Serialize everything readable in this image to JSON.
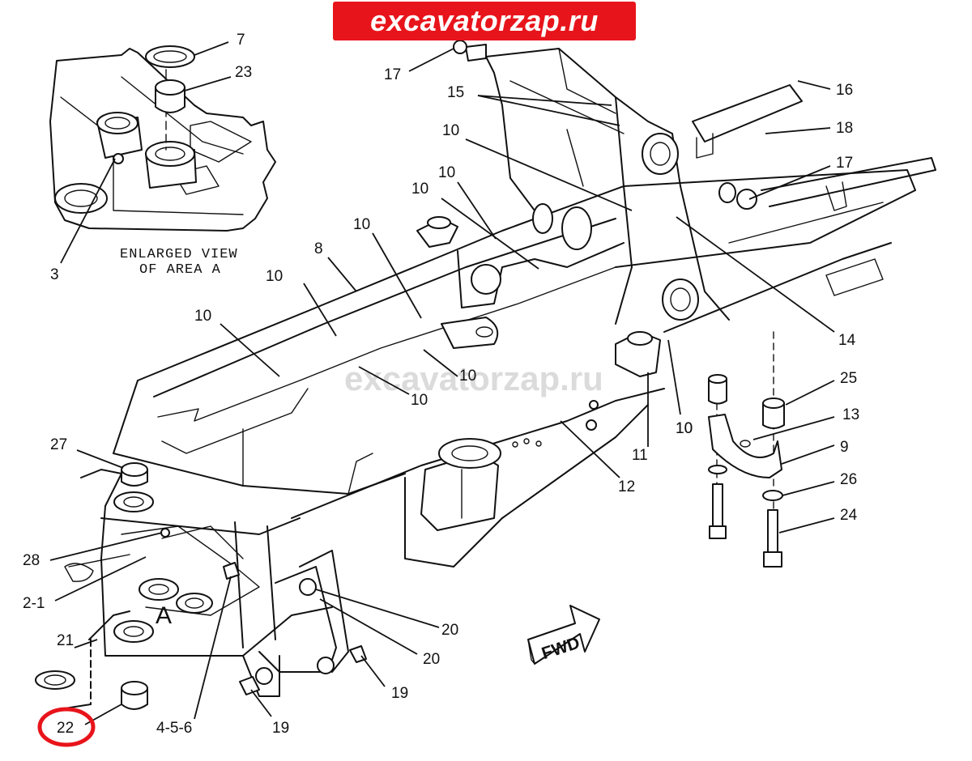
{
  "banner_text": "excavatorzap.ru",
  "watermark_text": "excavatorzap.ru",
  "inset_note": {
    "line1": "ENLARGED VIEW",
    "line2": "OF AREA A"
  },
  "area_letter": "A",
  "fwd_label": "FWD",
  "highlight_color": "#e8141b",
  "highlighted_callout": "22",
  "callouts": [
    {
      "id": "c7",
      "text": "7"
    },
    {
      "id": "c23",
      "text": "23"
    },
    {
      "id": "c3",
      "text": "3"
    },
    {
      "id": "c17a",
      "text": "17"
    },
    {
      "id": "c15",
      "text": "15"
    },
    {
      "id": "c16",
      "text": "16"
    },
    {
      "id": "c18",
      "text": "18"
    },
    {
      "id": "c17b",
      "text": "17"
    },
    {
      "id": "c10a",
      "text": "10"
    },
    {
      "id": "c10b",
      "text": "10"
    },
    {
      "id": "c10c",
      "text": "10"
    },
    {
      "id": "c10d",
      "text": "10"
    },
    {
      "id": "c8",
      "text": "8"
    },
    {
      "id": "c10e",
      "text": "10"
    },
    {
      "id": "c10f",
      "text": "10"
    },
    {
      "id": "c14",
      "text": "14"
    },
    {
      "id": "c10g",
      "text": "10"
    },
    {
      "id": "c10h",
      "text": "10"
    },
    {
      "id": "c10i",
      "text": "10"
    },
    {
      "id": "c25",
      "text": "25"
    },
    {
      "id": "c13",
      "text": "13"
    },
    {
      "id": "c10j",
      "text": "10"
    },
    {
      "id": "c9",
      "text": "9"
    },
    {
      "id": "c11",
      "text": "11"
    },
    {
      "id": "c27",
      "text": "27"
    },
    {
      "id": "c12",
      "text": "12"
    },
    {
      "id": "c26",
      "text": "26"
    },
    {
      "id": "c24",
      "text": "24"
    },
    {
      "id": "c28",
      "text": "28"
    },
    {
      "id": "c2-1",
      "text": "2-1"
    },
    {
      "id": "c20a",
      "text": "20"
    },
    {
      "id": "c21",
      "text": "21"
    },
    {
      "id": "c20b",
      "text": "20"
    },
    {
      "id": "c19a",
      "text": "19"
    },
    {
      "id": "c22",
      "text": "22"
    },
    {
      "id": "c456",
      "text": "4-5-6"
    },
    {
      "id": "c19b",
      "text": "19"
    }
  ]
}
